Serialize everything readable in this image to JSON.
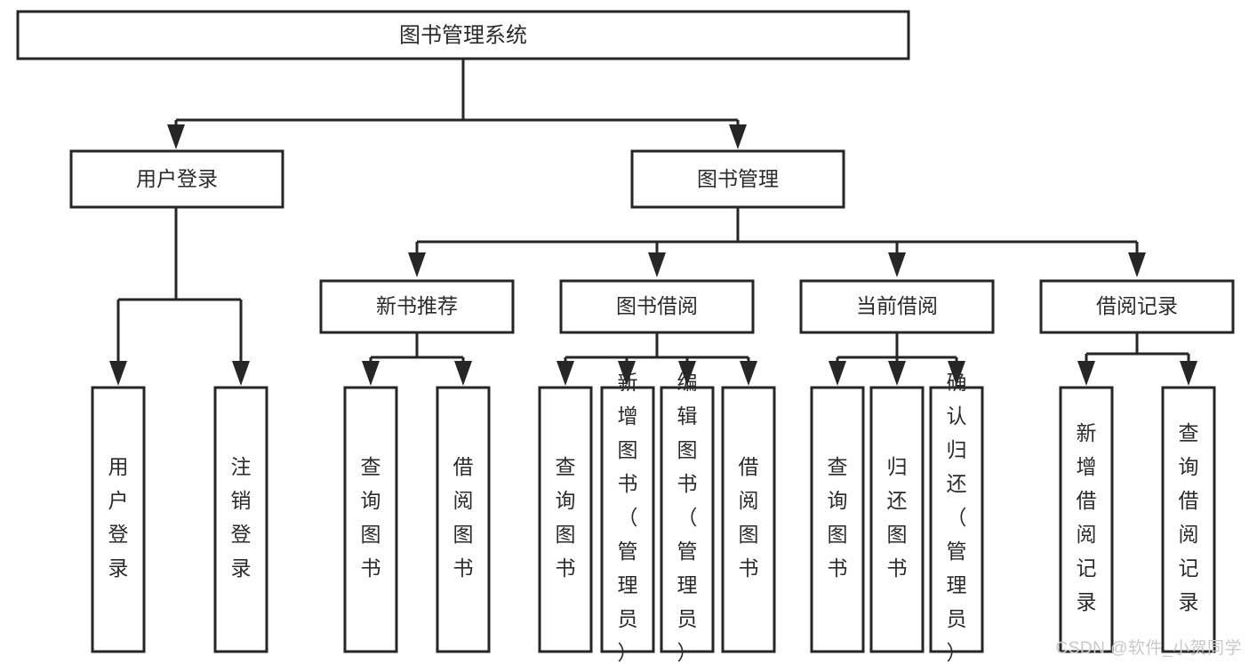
{
  "diagram": {
    "title": "图书管理系统",
    "type": "tree-hierarchy-chart",
    "background_color": "#ffffff",
    "line_color": "#262626",
    "text_color": "#2b2b2b",
    "nodes": {
      "root": {
        "label": "图书管理系统"
      },
      "level2": [
        {
          "id": "user-login",
          "label": "用户登录"
        },
        {
          "id": "book-manage",
          "label": "图书管理"
        }
      ],
      "level3": [
        {
          "id": "new-book-recommend",
          "label": "新书推荐"
        },
        {
          "id": "book-borrow",
          "label": "图书借阅"
        },
        {
          "id": "current-borrow",
          "label": "当前借阅"
        },
        {
          "id": "borrow-record",
          "label": "借阅记录"
        }
      ],
      "leaves_user_login": [
        {
          "id": "leaf-user-login",
          "label": "用户登录"
        },
        {
          "id": "leaf-user-logout",
          "label": "注销登录"
        }
      ],
      "leaves_new_book_recommend": [
        {
          "id": "leaf-query-book-1",
          "label": "查询图书"
        },
        {
          "id": "leaf-borrow-book-1",
          "label": "借阅图书"
        }
      ],
      "leaves_book_borrow": [
        {
          "id": "leaf-query-book-2",
          "label": "查询图书"
        },
        {
          "id": "leaf-add-book",
          "label": "新增图书（管理员）"
        },
        {
          "id": "leaf-edit-book",
          "label": "编辑图书（管理员）"
        },
        {
          "id": "leaf-borrow-book-2",
          "label": "借阅图书"
        }
      ],
      "leaves_current_borrow": [
        {
          "id": "leaf-query-book-3",
          "label": "查询图书"
        },
        {
          "id": "leaf-return-book",
          "label": "归还图书"
        },
        {
          "id": "leaf-confirm-return",
          "label": "确认归还（管理员）"
        }
      ],
      "leaves_borrow_record": [
        {
          "id": "leaf-add-borrow-record",
          "label": "新增借阅记录"
        },
        {
          "id": "leaf-query-borrow-record",
          "label": "查询借阅记录"
        }
      ]
    }
  },
  "watermark": {
    "text": "CSDN @软件_小贺同学"
  }
}
